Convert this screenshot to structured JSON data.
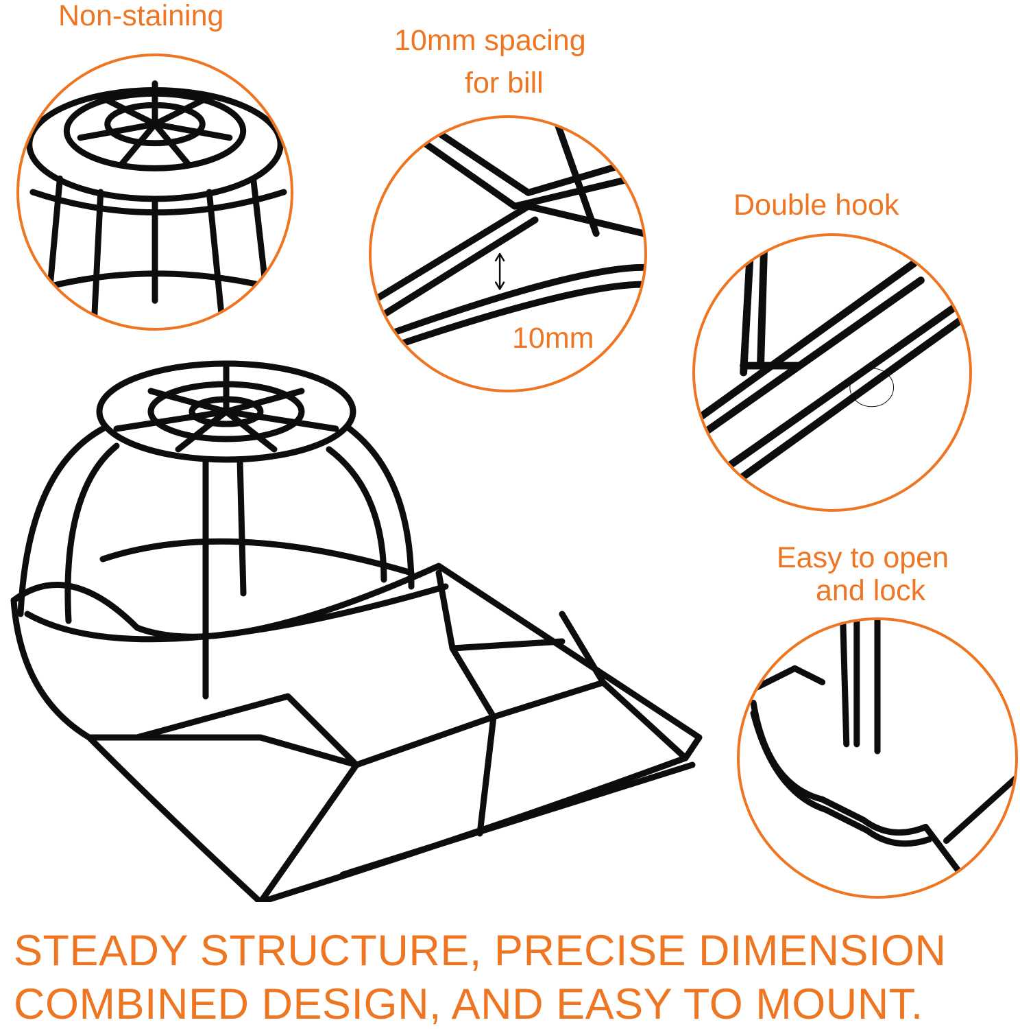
{
  "callouts": {
    "non_staining": "Non-staining",
    "spacing_line1": "10mm spacing",
    "spacing_line2": "for bill",
    "spacing_measure": "10mm",
    "double_hook": "Double hook",
    "open_lock_line1": "Easy to open",
    "open_lock_line2": "and lock"
  },
  "headline": {
    "line1": "STEADY STRUCTURE, PRECISE DIMENSION",
    "line2": "COMBINED DESIGN, AND EASY TO MOUNT."
  },
  "colors": {
    "accent": "#ee7622",
    "product": "#0d0d0d"
  }
}
